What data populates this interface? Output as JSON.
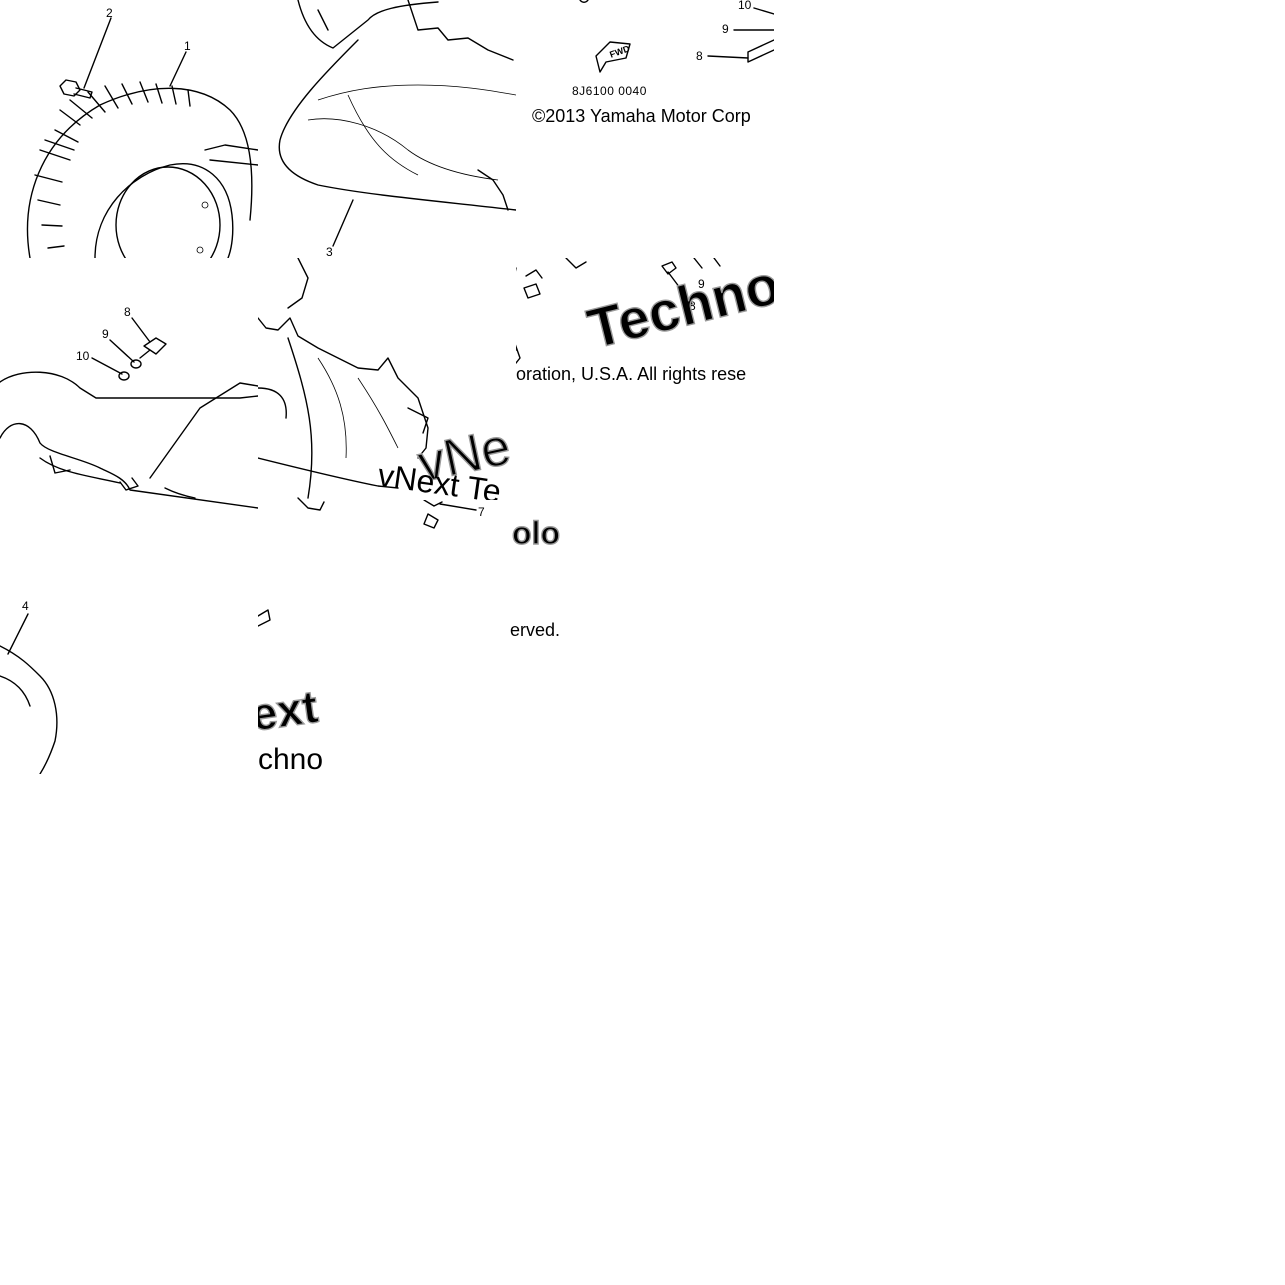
{
  "diagram": {
    "callouts": {
      "c1": "1",
      "c2": "2",
      "c3": "3",
      "c4": "4",
      "c7": "7",
      "c8_top": "8",
      "c9_top": "9",
      "c10_top": "10",
      "c8_mid": "8",
      "c9_mid": "9",
      "c10_mid": "10",
      "c8_right": "8",
      "c9_right": "9"
    },
    "fwd_label": "FWD",
    "part_code": "8J6100 0040",
    "copyright_line_1": "©2013 Yamaha Motor Corp",
    "copyright_line_2": "poration, U.S.A. All rights rese",
    "copyright_line_3": "erved.",
    "watermark_techno_top": "Techno",
    "watermark_vnext_outline": "vNe",
    "watermark_vnext_text": "vNext Te",
    "watermark_techno_small": "olo",
    "watermark_next_bottom": "ext",
    "watermark_chno_bottom": "chno"
  }
}
